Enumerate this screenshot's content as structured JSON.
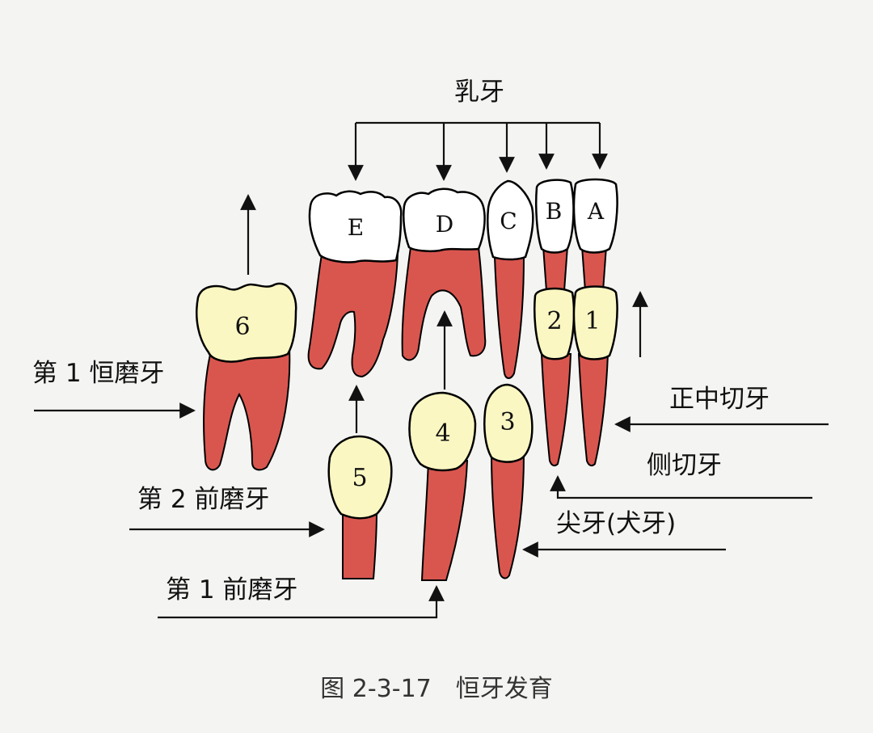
{
  "diagram": {
    "primary_teeth_label": "乳牙",
    "primary_teeth": [
      "E",
      "D",
      "C",
      "B",
      "A"
    ],
    "permanent_teeth": [
      "6",
      "5",
      "4",
      "3",
      "2",
      "1"
    ],
    "labels": {
      "first_molar": "第 1 恒磨牙",
      "second_premolar": "第 2 前磨牙",
      "first_premolar": "第 1 前磨牙",
      "central_incisor": "正中切牙",
      "lateral_incisor": "侧切牙",
      "canine": "尖牙(犬牙)"
    },
    "caption": "图 2-3-17　恒牙发育",
    "colors": {
      "root": "#d9564f",
      "permanent_crown": "#fbf7c2",
      "primary_crown": "#ffffff",
      "background": "#f4f4f2"
    }
  }
}
